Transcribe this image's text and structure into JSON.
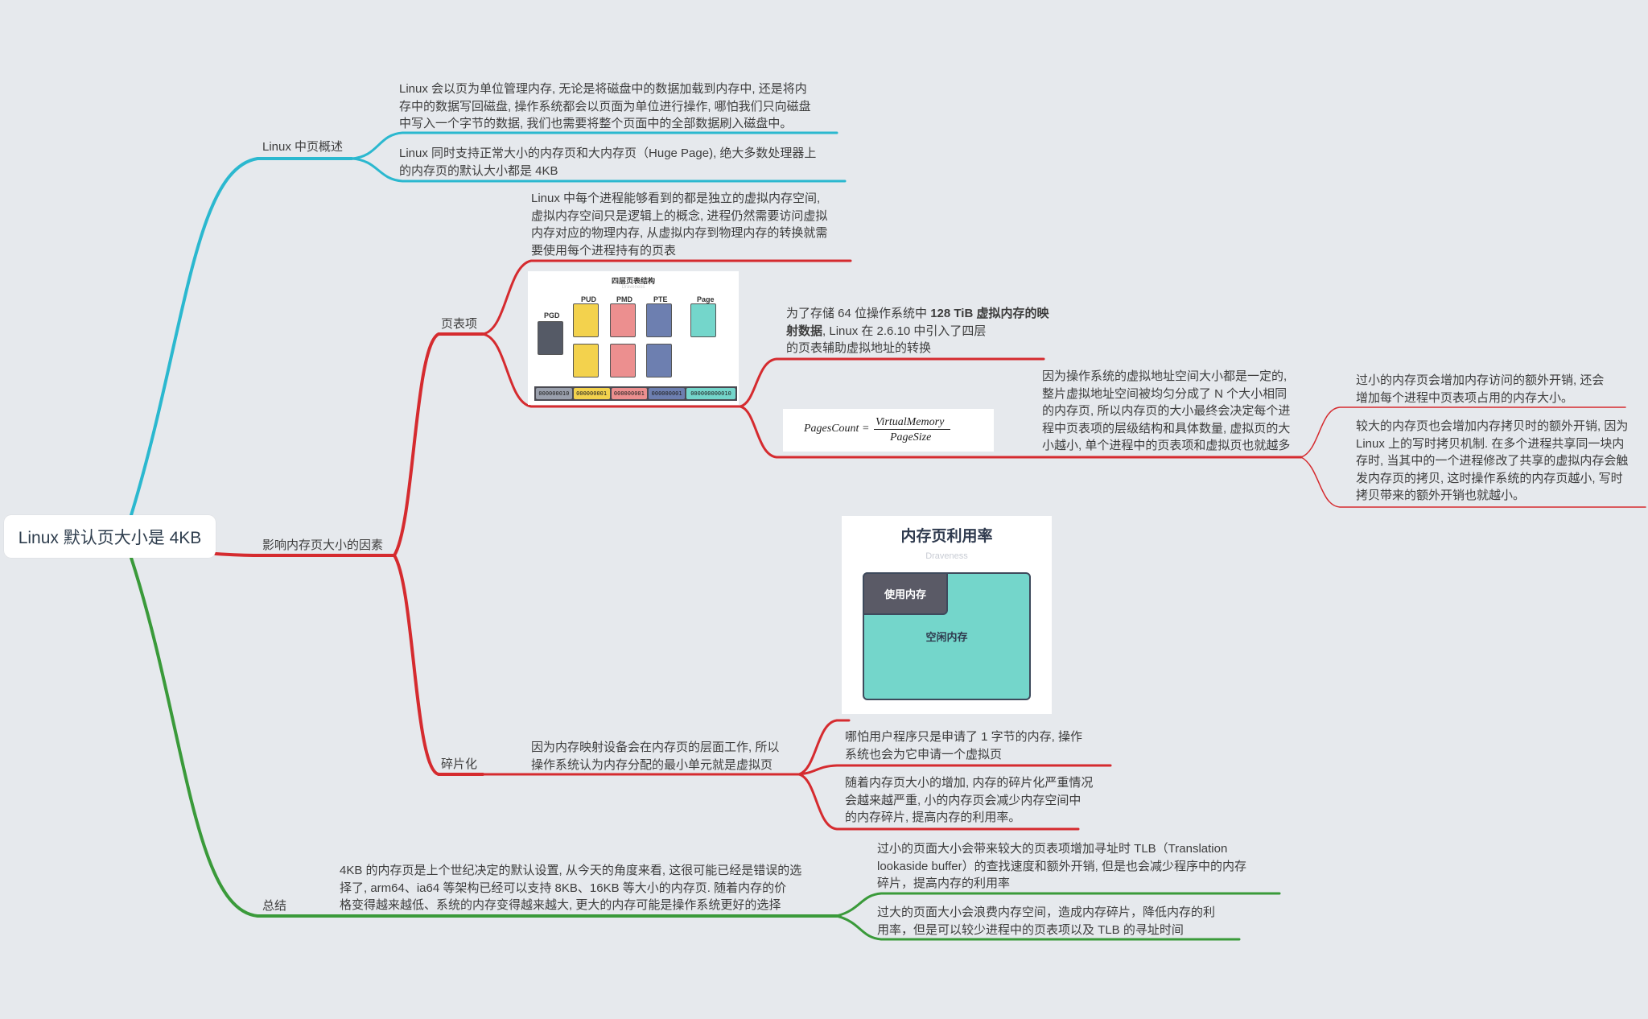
{
  "colors": {
    "overview": "#2bb8cf",
    "factors": "#d52b2f",
    "summary": "#3a9a3a",
    "root_text": "#2f3e4e"
  },
  "root": {
    "label": "Linux 默认页大小是 4KB"
  },
  "overview": {
    "label": "Linux 中页概述",
    "p1": "Linux 会以页为单位管理内存, 无论是将磁盘中的数据加载到内存中, 还是将内\n存中的数据写回磁盘, 操作系统都会以页面为单位进行操作, 哪怕我们只向磁盘\n中写入一个字节的数据, 我们也需要将整个页面中的全部数据刷入磁盘中。",
    "p2": "Linux 同时支持正常大小的内存页和大内存页（Huge Page), 绝大多数处理器上\n的内存页的默认大小都是 4KB"
  },
  "factors": {
    "label": "影响内存页大小的因素",
    "page_table": {
      "label": "页表项",
      "p1": "Linux 中每个进程能够看到的都是独立的虚拟内存空间,\n虚拟内存空间只是逻辑上的概念, 进程仍然需要访问虚拟\n内存对应的物理内存, 从虚拟内存到物理内存的转换就需\n要使用每个进程持有的页表",
      "diagram": {
        "title": "四层页表结构",
        "subtitle": "Draveness",
        "levels": [
          "PGD",
          "PUD",
          "PMD",
          "PTE",
          "Page"
        ],
        "address_bits": [
          "000000010",
          "000000001",
          "000000001",
          "000000001",
          "000000000010"
        ]
      },
      "p2_bold": "128 TiB 虚拟内存的映射数据",
      "p2_pre": "为了存储 64 位操作系统中 ",
      "p2_post": ", Linux 在 2.6.10 中引入了四层\n的页表辅助虚拟地址的转换",
      "formula": {
        "lhs": "PagesCount =",
        "numerator": "VirtualMemory",
        "denominator": "PageSize"
      },
      "p3": "因为操作系统的虚拟地址空间大小都是一定的,\n整片虚拟地址空间被均匀分成了 N 个大小相同\n的内存页, 所以内存页的大小最终会决定每个进\n程中页表项的层级结构和具体数量, 虚拟页的大\n小越小, 单个进程中的页表项和虚拟页也就越多",
      "p4": "过小的内存页会增加内存访问的额外开销, 还会\n增加每个进程中页表项占用的内存大小。",
      "p5": "较大的内存页也会增加内存拷贝时的额外开销, 因为\nLinux 上的写时拷贝机制. 在多个进程共享同一块内\n存时, 当其中的一个进程修改了共享的虚拟内存会触\n发内存页的拷贝, 这时操作系统的内存页越小, 写时\n拷贝带来的额外开销也就越小。"
    },
    "fragmentation": {
      "label": "碎片化",
      "p1": "因为内存映射设备会在内存页的层面工作, 所以\n操作系统认为内存分配的最小单元就是虚拟页",
      "diagram": {
        "title": "内存页利用率",
        "subtitle": "Draveness",
        "used": "使用内存",
        "free": "空闲内存"
      },
      "p2": "哪怕用户程序只是申请了 1 字节的内存, 操作\n系统也会为它申请一个虚拟页",
      "p3": "随着内存页大小的增加, 内存的碎片化严重情况\n会越来越严重, 小的内存页会减少内存空间中\n的内存碎片, 提高内存的利用率。"
    }
  },
  "summary": {
    "label": "总结",
    "p1": "4KB 的内存页是上个世纪决定的默认设置, 从今天的角度来看, 这很可能已经是错误的选\n择了, arm64、ia64 等架构已经可以支持 8KB、16KB 等大小的内存页. 随着内存的价\n格变得越来越低、系统的内存变得越来越大, 更大的内存可能是操作系统更好的选择",
    "p2": "过小的页面大小会带来较大的页表项增加寻址时 TLB（Translation\nlookaside buffer）的查找速度和额外开销, 但是也会减少程序中的内存\n碎片，提高内存的利用率",
    "p3": "过大的页面大小会浪费内存空间，造成内存碎片，降低内存的利\n用率，但是可以较少进程中的页表项以及 TLB 的寻址时间"
  }
}
